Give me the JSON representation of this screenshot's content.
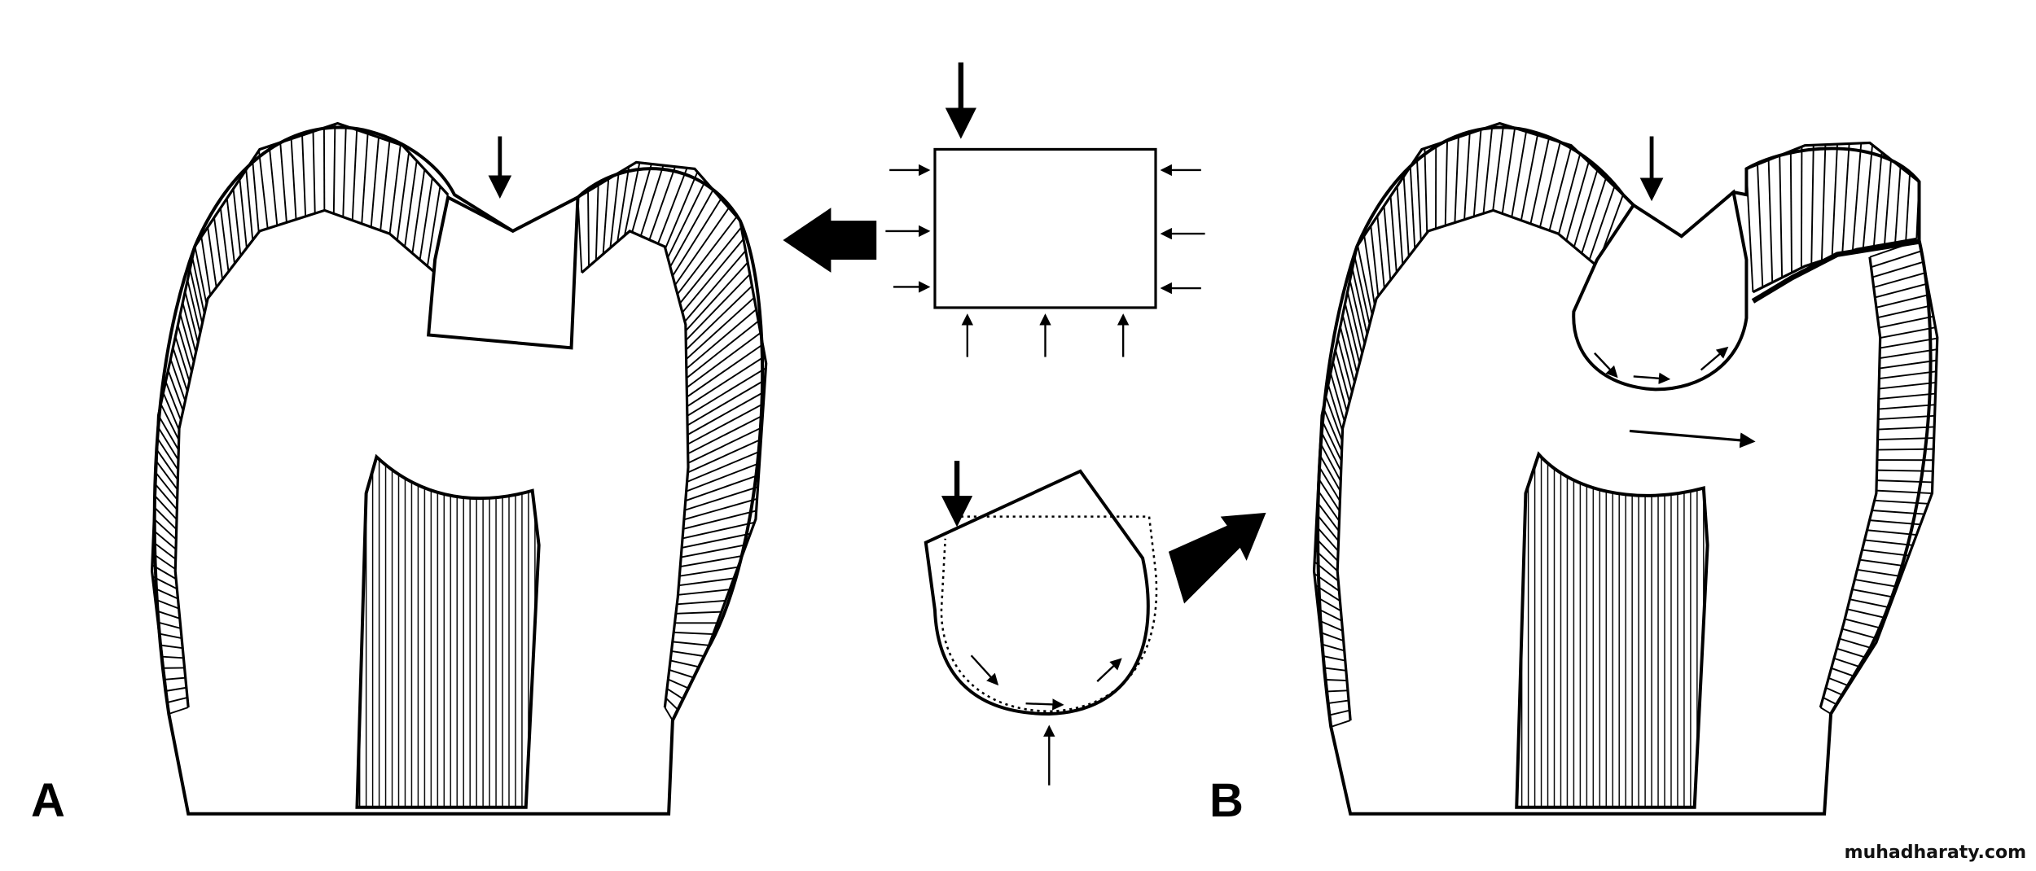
{
  "labels": {
    "a": "A",
    "b": "B"
  },
  "watermark": "muhadharaty.com",
  "colors": {
    "ink": "#000000",
    "background": "#ffffff"
  }
}
